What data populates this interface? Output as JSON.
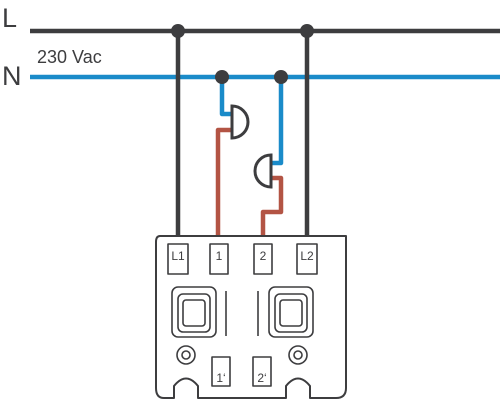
{
  "rails": {
    "phase_label": "L",
    "neutral_label": "N",
    "voltage_label": "230 Vac"
  },
  "terminals": {
    "top": [
      "L1",
      "1",
      "2",
      "L2"
    ],
    "bottom": [
      "1‘",
      "2‘"
    ]
  },
  "colors": {
    "phase_wire": "#3d3d3f",
    "neutral_wire": "#1a8bc9",
    "switched_wire": "#b35444",
    "outline": "#3d3d3f"
  }
}
